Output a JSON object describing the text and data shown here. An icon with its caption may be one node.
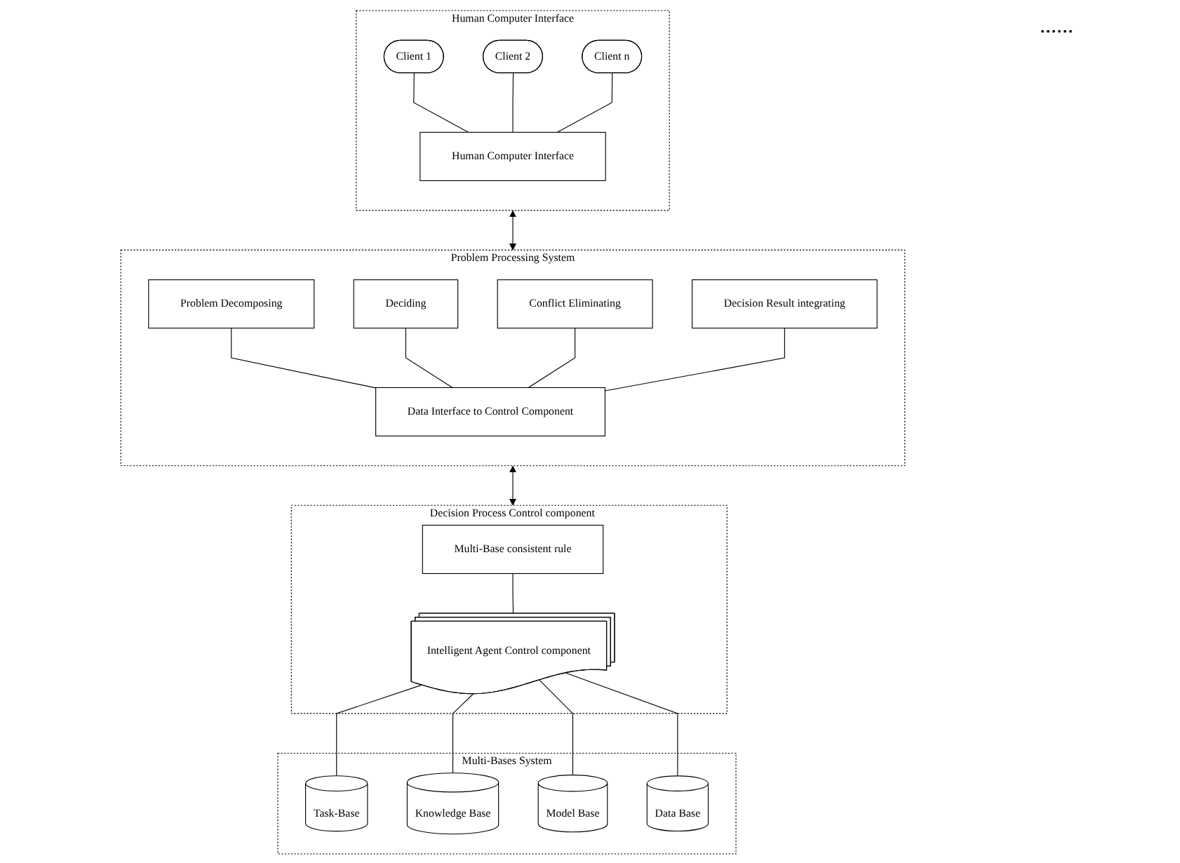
{
  "diagram": {
    "nodes": [
      {
        "text": [
          "Human Computer Interface"
        ]
      },
      {
        "text": [
          "Client 1"
        ],
        "in": 0
      },
      {
        "text": [
          "Client 2"
        ],
        "in": 0
      },
      {
        "text": [
          "Client n"
        ],
        "in": 0
      },
      {
        "text": [
          "Human Computer Interface"
        ],
        "in": 0
      },
      {
        "text": [
          "Problem Processing System"
        ]
      },
      {
        "text": [
          "Problem Decomposing"
        ],
        "in": 5
      },
      {
        "text": [
          "Deciding"
        ],
        "in": 5
      },
      {
        "text": [
          "Conflict Eliminating"
        ],
        "in": 5
      },
      {
        "text": [
          "Decision Result integrating"
        ],
        "in": 5
      },
      {
        "text": [
          "Data Interface to Control Component"
        ],
        "in": 5
      },
      {
        "text": [
          "Decision Process Control component"
        ]
      },
      {
        "text": [
          "Multi-Base consistent rule"
        ],
        "in": 11
      },
      {
        "text": [
          "Intelligent Agent Control component"
        ],
        "in": 11
      },
      {
        "text": [
          "Multi-Bases System"
        ]
      },
      {
        "text": [
          "Task-Base"
        ],
        "in": 14
      },
      {
        "text": [
          "Knowledge Base"
        ],
        "in": 14
      },
      {
        "text": [
          "Model Base"
        ],
        "in": 14
      },
      {
        "text": [
          "Data Base"
        ],
        "in": 14
      }
    ],
    "edges": [
      {
        "from": 1,
        "to": 4,
        "arrow": "none"
      },
      {
        "from": 2,
        "to": 4,
        "arrow": "none"
      },
      {
        "from": 3,
        "to": 4,
        "arrow": "none"
      },
      {
        "from": 0,
        "to": 5,
        "arrow": "both"
      },
      {
        "from": 6,
        "to": 10,
        "arrow": "none"
      },
      {
        "from": 7,
        "to": 10,
        "arrow": "none"
      },
      {
        "from": 8,
        "to": 10,
        "arrow": "none"
      },
      {
        "from": 9,
        "to": 10,
        "arrow": "none"
      },
      {
        "from": 5,
        "to": 11,
        "arrow": "both"
      },
      {
        "from": 12,
        "to": 13,
        "arrow": "none"
      },
      {
        "from": 13,
        "to": 15,
        "arrow": "none"
      },
      {
        "from": 13,
        "to": 16,
        "arrow": "none"
      },
      {
        "from": 13,
        "to": 17,
        "arrow": "none"
      },
      {
        "from": 13,
        "to": 18,
        "arrow": "none"
      }
    ],
    "labels": [
      "......"
    ]
  }
}
